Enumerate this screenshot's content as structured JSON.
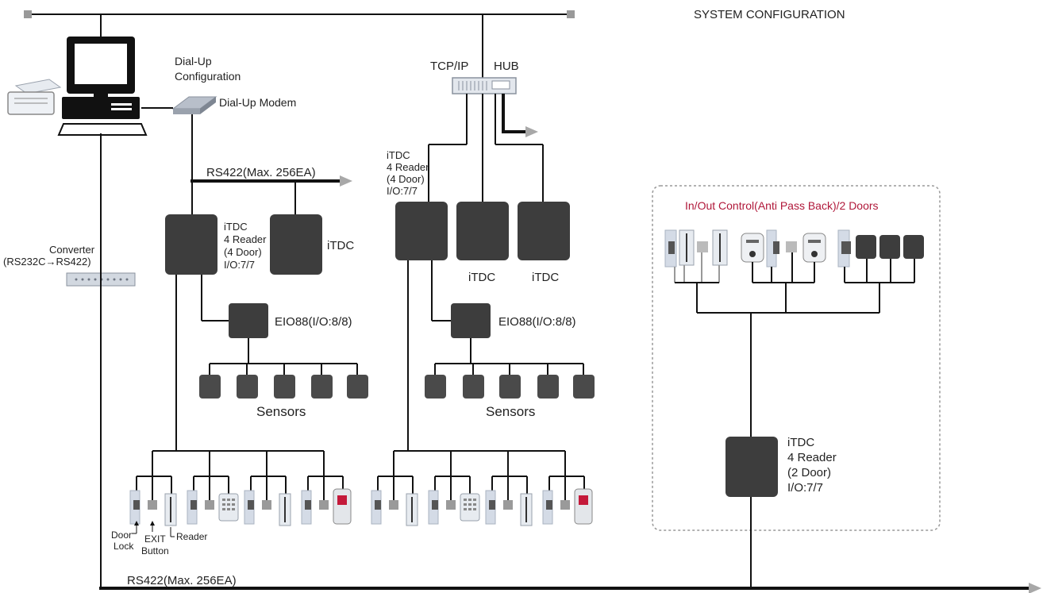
{
  "title": "SYSTEM CONFIGURATION",
  "labels": {
    "dialup_config_line1": "Dial-Up",
    "dialup_config_line2": "Configuration",
    "dialup_modem": "Dial-Up Modem",
    "tcpip": "TCP/IP",
    "hub": "HUB",
    "rs422_top": "RS422(Max. 256EA)",
    "rs422_bottom": "RS422(Max. 256EA)",
    "converter_line1": "Converter",
    "converter_line2": "(RS232C→RS422)",
    "itdc": "iTDC",
    "itdc_4reader": "4 Reader",
    "itdc_4door": "(4 Door)",
    "itdc_2door": "(2 Door)",
    "io77": "I/O:7/7",
    "eio88": "EIO88(I/O:8/8)",
    "sensors": "Sensors",
    "door_lock_line1": "Door",
    "door_lock_line2": "Lock",
    "exit_button_line1": "EXIT",
    "exit_button_line2": "Button",
    "reader": "Reader",
    "anti_pass_back": "In/Out Control(Anti Pass Back)/2 Doors"
  },
  "colors": {
    "device": "#3d3d3d",
    "line": "#111111",
    "accent": "#b0183a",
    "arrow": "#a8a8a8",
    "dashed_border": "#999999"
  }
}
